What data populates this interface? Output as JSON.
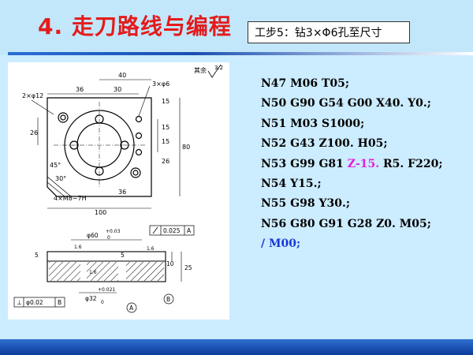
{
  "title": "4. 走刀路线与编程",
  "step_box": "工步5：钻3×Φ6孔至尺寸",
  "drawing": {
    "roughness_label": "其余",
    "roughness_value": "3.2",
    "labels": {
      "d40": "40",
      "d36_top": "36",
      "d30": "30",
      "holes_3": "3×φ6",
      "holes_2": "2×φ12",
      "d15a": "15",
      "d15b": "15",
      "d15c": "15",
      "d26_left": "26",
      "d26_right": "26",
      "d80": "80",
      "angle45": "45°",
      "angle30": "30°",
      "thread": "4×M8−7H",
      "d36_bottom": "36",
      "d100": "100",
      "dia60": "φ60",
      "dia60_tol_upper": "+0.03",
      "dia60_tol_lower": "0",
      "flatness_val": "0.025",
      "datum_a": "A",
      "ra16a": "1.6",
      "ra16b": "1.6",
      "ra16c": "1.6",
      "d5a": "5",
      "d5b": "5",
      "d10": "10",
      "d25": "25",
      "dia32": "φ32",
      "dia32_tol_upper": "+0.021",
      "dia32_tol_lower": "0",
      "perp_val": "φ0.02",
      "datum_b": "B",
      "circle_a": "A",
      "circle_b": "B"
    }
  },
  "code_lines": [
    {
      "text": "N47 M06 T05;"
    },
    {
      "text": "N50 G90 G54 G00 X40. Y0.;"
    },
    {
      "text": "N51 M03 S1000;"
    },
    {
      "text": "N52 G43 Z100. H05;"
    },
    {
      "pre": "N53 G99 G81 ",
      "highlight": "Z-15.",
      "post": "  R5.  F220;"
    },
    {
      "text": "N54 Y15.;"
    },
    {
      "text": "N55 G98 Y30.;"
    },
    {
      "text": "N56 G80 G91 G28 Z0. M05;"
    },
    {
      "text": "/ M00;"
    }
  ],
  "colors": {
    "title": "#e41b1b",
    "highlight": "#e020e0",
    "blue_line": "#1638d8",
    "background": "#ccecff",
    "bottom_band": "#0b3a98"
  }
}
